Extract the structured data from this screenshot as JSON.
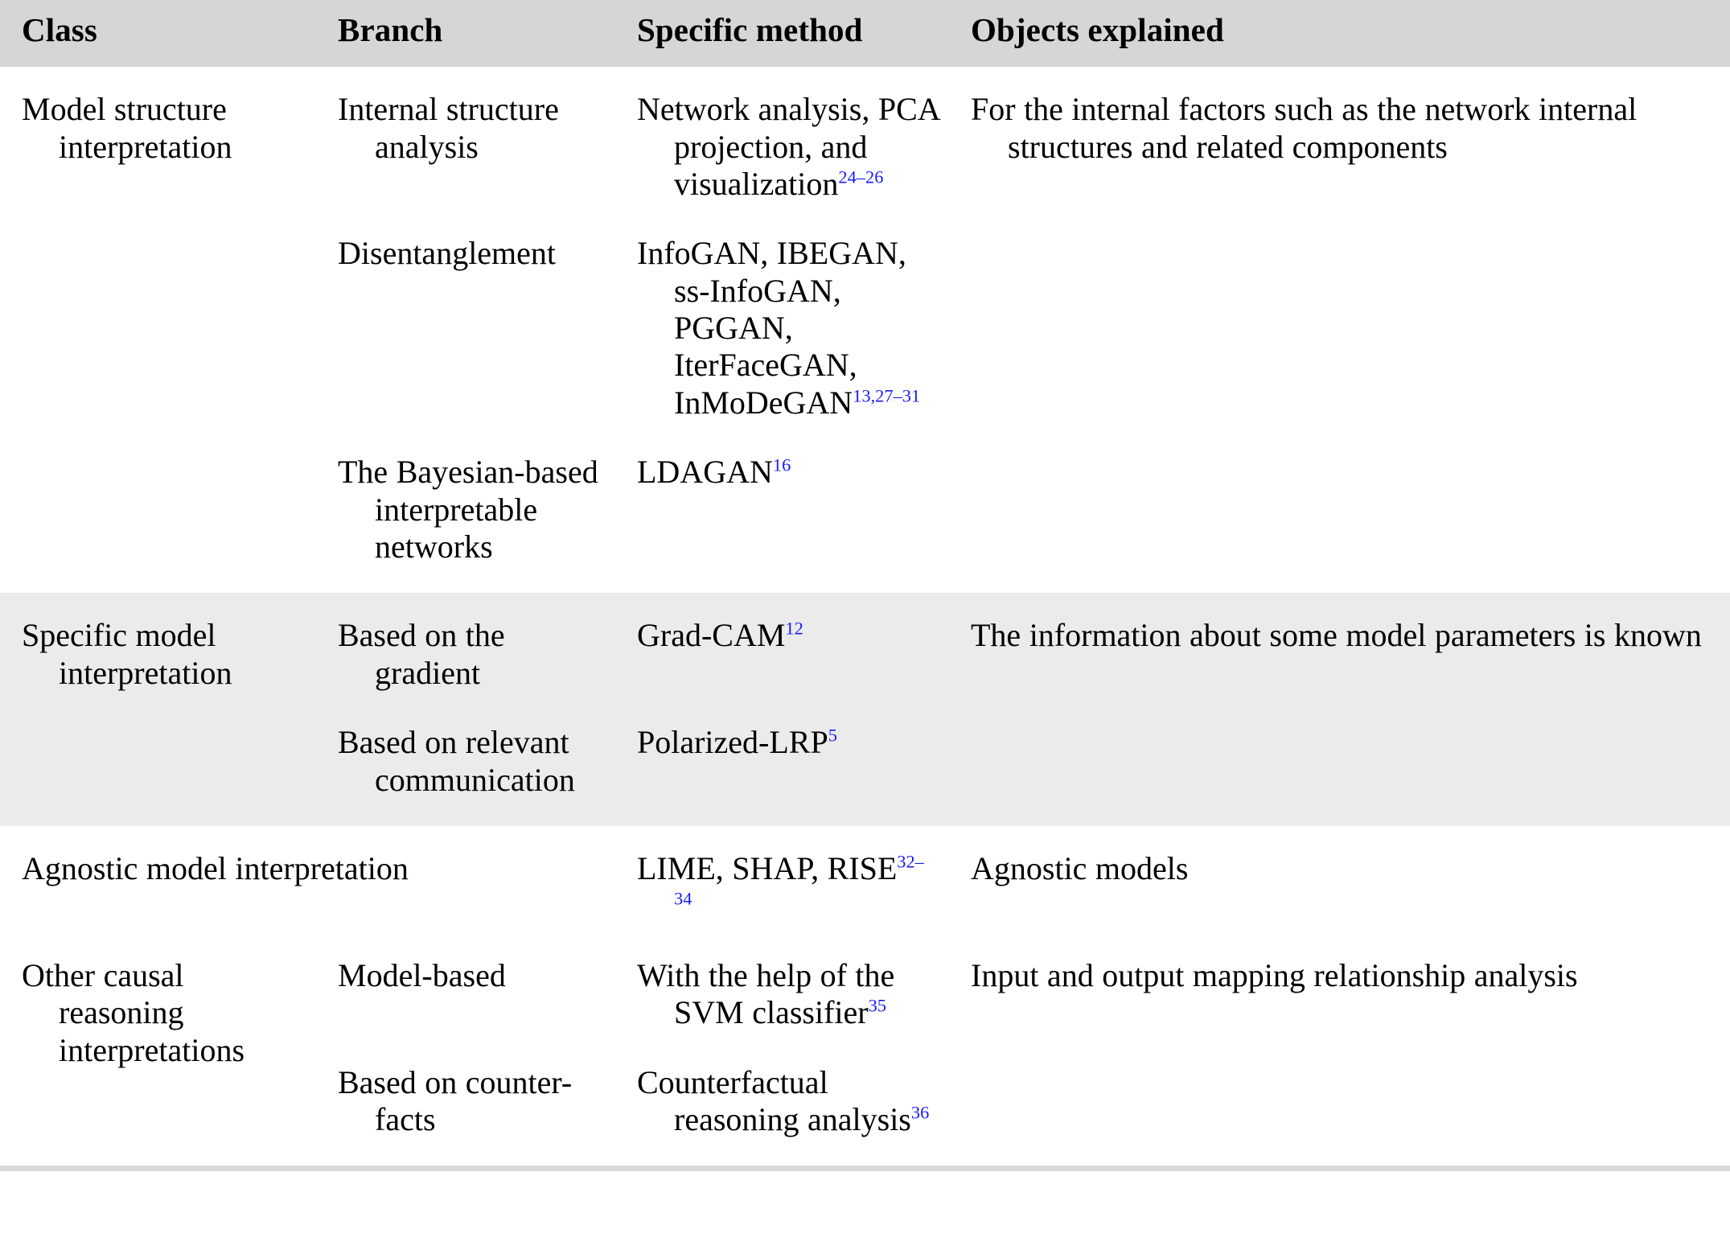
{
  "table": {
    "columns": [
      {
        "key": "class",
        "label": "Class"
      },
      {
        "key": "branch",
        "label": "Branch"
      },
      {
        "key": "method",
        "label": "Specific method"
      },
      {
        "key": "objects",
        "label": "Objects explained"
      }
    ],
    "header_background": "#d6d6d6",
    "shaded_row_background": "#ebebeb",
    "citation_color": "#1a1aff",
    "rows": [
      {
        "group": "model-structure-interpretation",
        "shaded": false,
        "class": "Model structure interpretation",
        "objects": "For the internal factors such as the network internal structures and related components",
        "entries": [
          {
            "branch": "Internal structure analysis",
            "method_text": "Network analysis, PCA projection, and visualization",
            "method_cite": "24–26"
          },
          {
            "branch": "Disentanglement",
            "method_text": "InfoGAN, IBEGAN, ss-InfoGAN, PGGAN, IterFaceGAN, InMoDeGAN",
            "method_cite": "13,27–31"
          },
          {
            "branch": "The Bayesian-based interpretable networks",
            "method_text": "LDAGAN",
            "method_cite": "16"
          }
        ]
      },
      {
        "group": "specific-model-interpretation",
        "shaded": true,
        "class": "Specific model interpretation",
        "objects": "The information about some model parameters is known",
        "entries": [
          {
            "branch": "Based on the gradient",
            "method_text": "Grad-CAM",
            "method_cite": "12"
          },
          {
            "branch": "Based on relevant communication",
            "method_text": "Polarized-LRP",
            "method_cite": "5"
          }
        ]
      },
      {
        "group": "agnostic-model-interpretation",
        "shaded": false,
        "class": "Agnostic model interpretation",
        "class_spans_branch": true,
        "objects": "Agnostic models",
        "entries": [
          {
            "branch": "",
            "method_text": "LIME, SHAP, RISE",
            "method_cite": "32–34"
          }
        ]
      },
      {
        "group": "other-causal-reasoning-interpretations",
        "shaded": false,
        "class": "Other causal reasoning interpretations",
        "objects": "Input and output mapping relationship analysis",
        "entries": [
          {
            "branch": "Model-based",
            "method_text": "With the help of the SVM classifier",
            "method_cite": "35"
          },
          {
            "branch": "Based on counter-facts",
            "method_text": "Counterfactual reasoning analysis",
            "method_cite": "36"
          }
        ]
      }
    ]
  }
}
